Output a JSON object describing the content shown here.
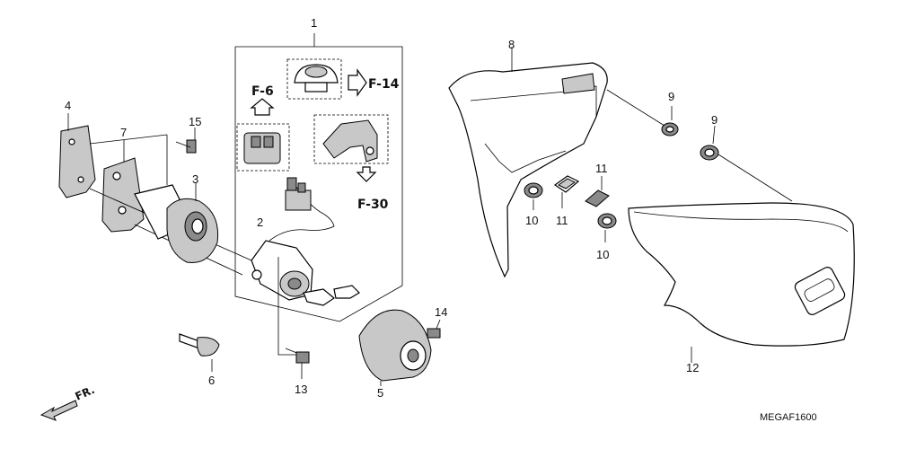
{
  "callouts": {
    "c1": "1",
    "c2": "2",
    "c3": "3",
    "c4": "4",
    "c5": "5",
    "c6": "6",
    "c7": "7",
    "c8": "8",
    "c9a": "9",
    "c9b": "9",
    "c10a": "10",
    "c10b": "10",
    "c11a": "11",
    "c11b": "11",
    "c12": "12",
    "c13": "13",
    "c14": "14",
    "c15": "15"
  },
  "references": {
    "f6": "F-6",
    "f14": "F-14",
    "f30": "F-30"
  },
  "front_label": "FR.",
  "diagram_code": "MEGAF1600"
}
